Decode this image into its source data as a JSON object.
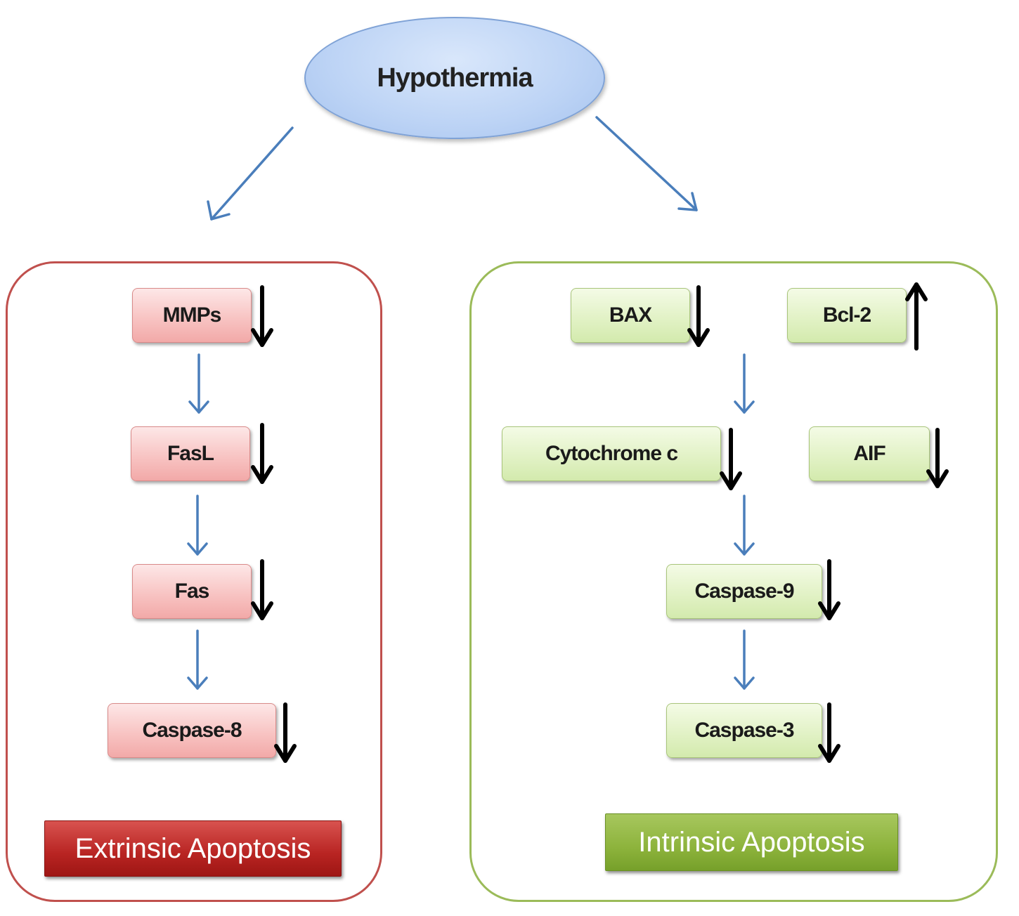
{
  "root": {
    "label": "Hypothermia"
  },
  "extrinsic": {
    "banner": "Extrinsic Apoptosis",
    "nodes": [
      {
        "label": "MMPs",
        "change": "down"
      },
      {
        "label": "FasL",
        "change": "down"
      },
      {
        "label": "Fas",
        "change": "down"
      },
      {
        "label": "Caspase-8",
        "change": "down"
      }
    ]
  },
  "intrinsic": {
    "banner": "Intrinsic Apoptosis",
    "nodes": [
      {
        "label": "BAX",
        "change": "down"
      },
      {
        "label": "Bcl-2",
        "change": "up"
      },
      {
        "label": "Cytochrome c",
        "change": "down"
      },
      {
        "label": "AIF",
        "change": "down"
      },
      {
        "label": "Caspase-9",
        "change": "down"
      },
      {
        "label": "Caspase-3",
        "change": "down"
      }
    ]
  },
  "colors": {
    "flow_arrow": "#4a7ebb",
    "change_arrow": "#000000",
    "extrinsic_border": "#c0504d",
    "intrinsic_border": "#9bbb59"
  }
}
